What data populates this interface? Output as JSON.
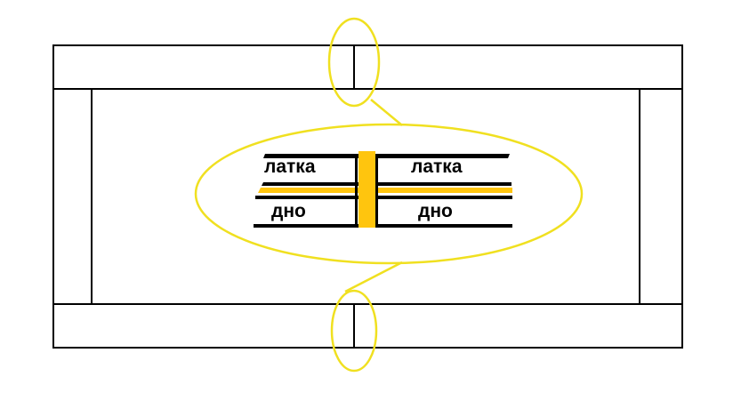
{
  "labels": {
    "patch_left": "латка",
    "patch_right": "латка",
    "bottom_left": "дно",
    "bottom_right": "дно"
  },
  "colors": {
    "line": "#000000",
    "highlight": "#F0E020",
    "seam": "#FFC50E"
  }
}
